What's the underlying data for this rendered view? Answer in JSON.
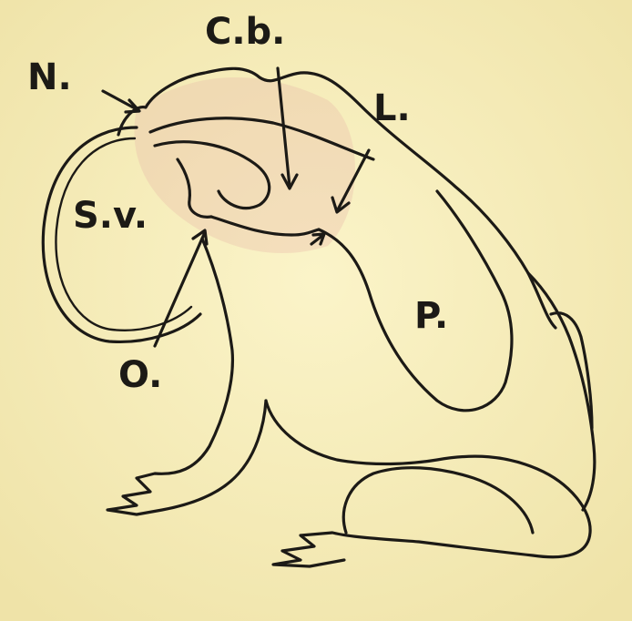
{
  "figure": {
    "labels": {
      "nostril": "N.",
      "cerebellum": "C.b.",
      "lateral": "L.",
      "vocal_sac": "S.v.",
      "opening": "O.",
      "parotoid": "P."
    },
    "colors": {
      "paper": "#f6efbf",
      "ink": "#1c1a16",
      "pink_tint": "#e8b9a8"
    }
  }
}
